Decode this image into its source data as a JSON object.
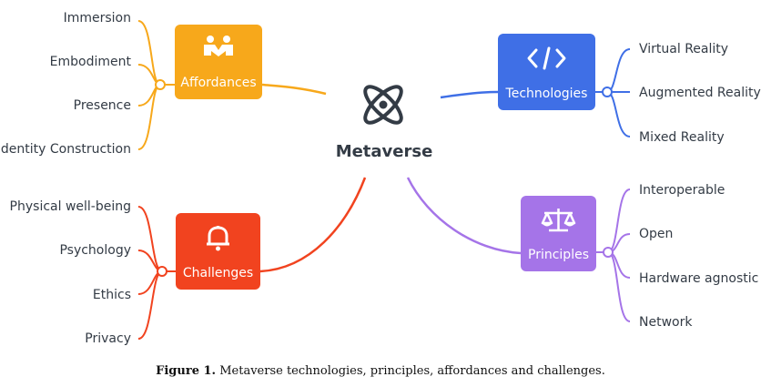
{
  "center": {
    "label": "Metaverse",
    "icon": "atom-icon"
  },
  "branches": {
    "affordances": {
      "label": "Affordances",
      "icon": "handshake-icon",
      "color": "#f7a81b",
      "items": [
        "Immersion",
        "Embodiment",
        "Presence",
        "Identity Construction"
      ]
    },
    "technologies": {
      "label": "Technologies",
      "icon": "code-icon",
      "color": "#3f6fe6",
      "items": [
        "Virtual Reality",
        "Augmented Reality",
        "Mixed Reality"
      ]
    },
    "challenges": {
      "label": "Challenges",
      "icon": "bell-icon",
      "color": "#f1431f",
      "items": [
        "Physical well-being",
        "Psychology",
        "Ethics",
        "Privacy"
      ]
    },
    "principles": {
      "label": "Principles",
      "icon": "balance-scale-icon",
      "color": "#a574e8",
      "items": [
        "Interoperable",
        "Open",
        "Hardware agnostic",
        "Network"
      ]
    }
  },
  "caption": {
    "prefix": "Figure 1.",
    "text": " Metaverse technologies, principles, affordances and challenges."
  }
}
